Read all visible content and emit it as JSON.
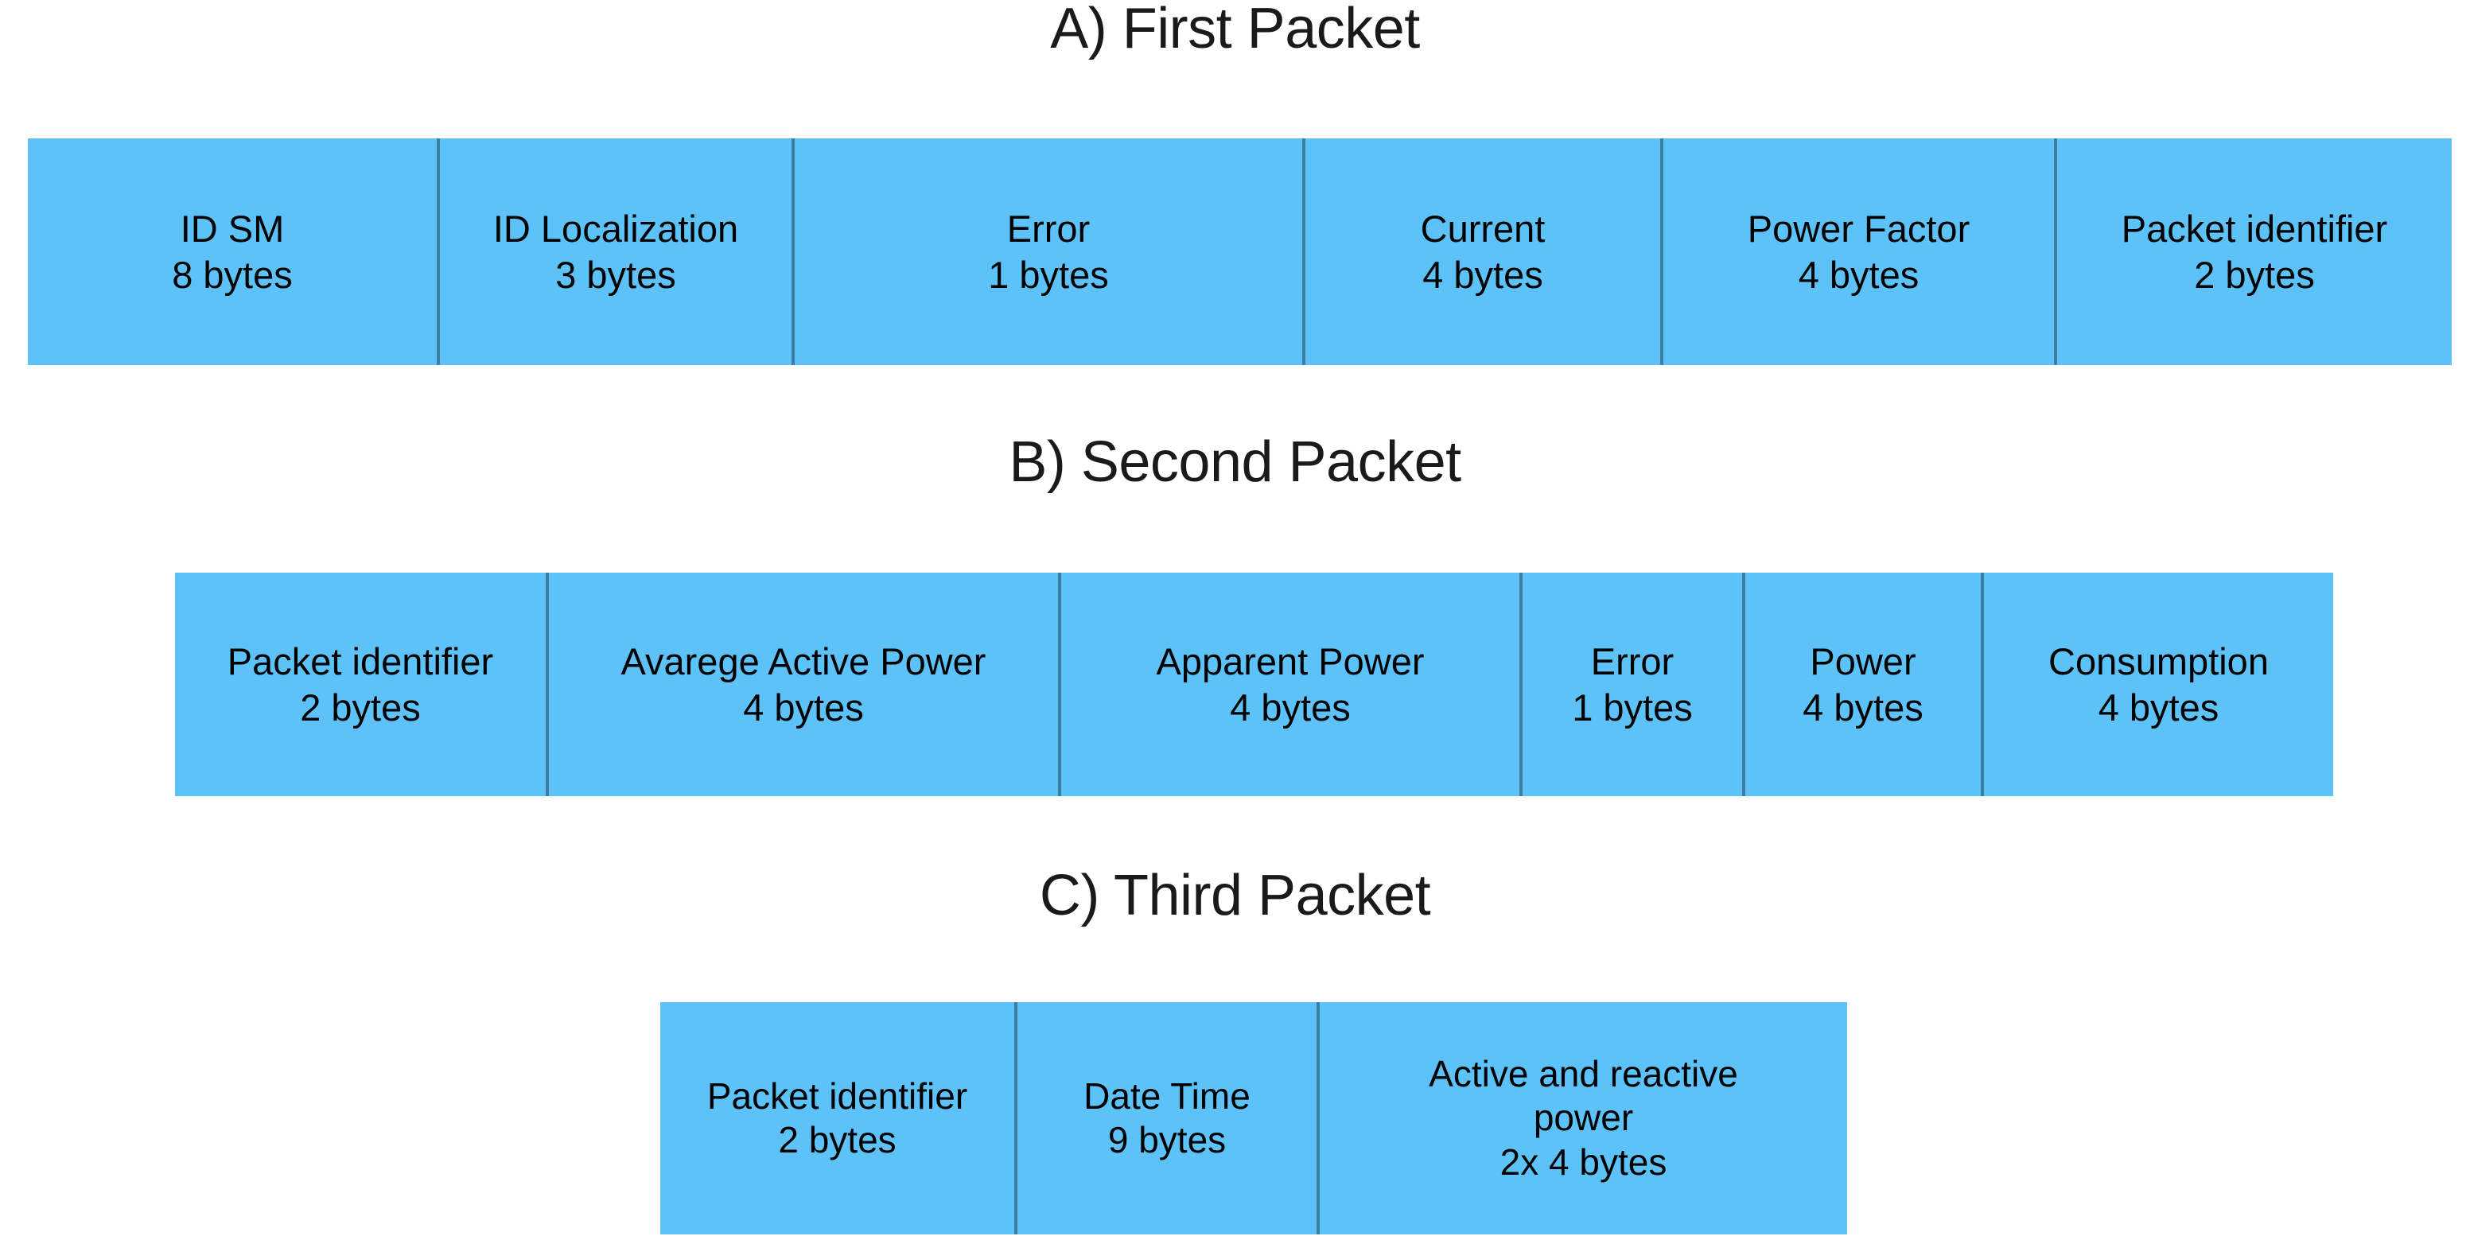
{
  "figure": {
    "background_color": "#ffffff",
    "cell_fill_color": "#5cc2f7",
    "divider_color": "#3c7ea0",
    "text_color": "#000000"
  },
  "sections": [
    {
      "id": "a",
      "title": "A) First Packet",
      "fields": [
        {
          "name": "ID SM",
          "size": "8 bytes"
        },
        {
          "name": "ID Localization",
          "size": "3 bytes"
        },
        {
          "name": "Error",
          "size": "1 bytes"
        },
        {
          "name": "Current",
          "size": "4 bytes"
        },
        {
          "name": "Power Factor",
          "size": "4 bytes"
        },
        {
          "name": "Packet identifier",
          "size": "2 bytes"
        }
      ]
    },
    {
      "id": "b",
      "title": "B) Second Packet",
      "fields": [
        {
          "name": "Packet identifier",
          "size": "2 bytes"
        },
        {
          "name": "Avarege Active Power",
          "size": "4 bytes"
        },
        {
          "name": "Apparent Power",
          "size": "4 bytes"
        },
        {
          "name": "Error",
          "size": "1 bytes"
        },
        {
          "name": "Power",
          "size": "4 bytes"
        },
        {
          "name": "Consumption",
          "size": "4 bytes"
        }
      ]
    },
    {
      "id": "c",
      "title": "C) Third Packet",
      "fields": [
        {
          "name": "Packet identifier",
          "size": "2 bytes"
        },
        {
          "name": "Date Time",
          "size": "9 bytes"
        },
        {
          "name": "Active and reactive power",
          "size": "2x 4 bytes"
        }
      ]
    }
  ]
}
